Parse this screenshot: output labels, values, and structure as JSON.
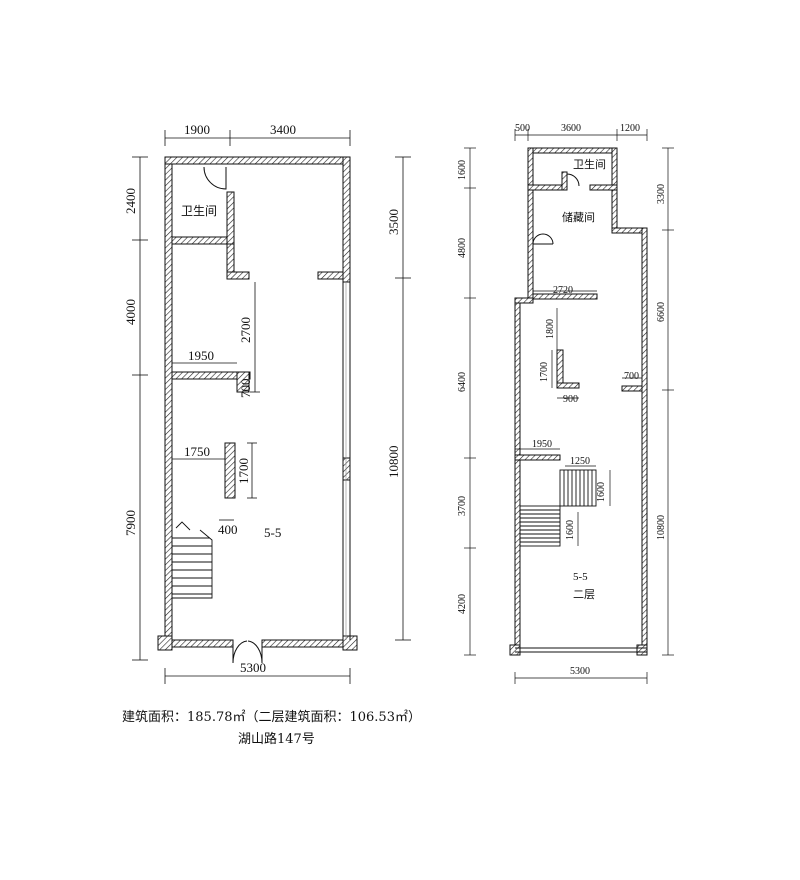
{
  "plan_left": {
    "dims_top": [
      "1900",
      "3400"
    ],
    "dims_left": [
      "2400",
      "4000",
      "7900"
    ],
    "dims_right": [
      "3500",
      "10800"
    ],
    "dims_bottom": [
      "5300"
    ],
    "dims_inner": [
      "2700",
      "700",
      "1950",
      "1750",
      "1700",
      "400"
    ],
    "room_bath": "卫生间",
    "unit_label": "5-5"
  },
  "plan_right": {
    "dims_top": [
      "500",
      "3600",
      "1200"
    ],
    "dims_left": [
      "1600",
      "4800",
      "6400",
      "3700",
      "4200"
    ],
    "dims_right": [
      "3300",
      "6600",
      "10800"
    ],
    "dims_bottom": [
      "5300"
    ],
    "dims_inner": [
      "2720",
      "1800",
      "1700",
      "900",
      "700",
      "1950",
      "1250",
      "1600",
      "1600"
    ],
    "room_bath": "卫生间",
    "room_storage": "储藏间",
    "unit_label": "5-5",
    "floor_label": "二层"
  },
  "caption": {
    "line1": "建筑面积：185.78㎡（二层建筑面积：106.53㎡）",
    "line2": "湖山路147号"
  }
}
